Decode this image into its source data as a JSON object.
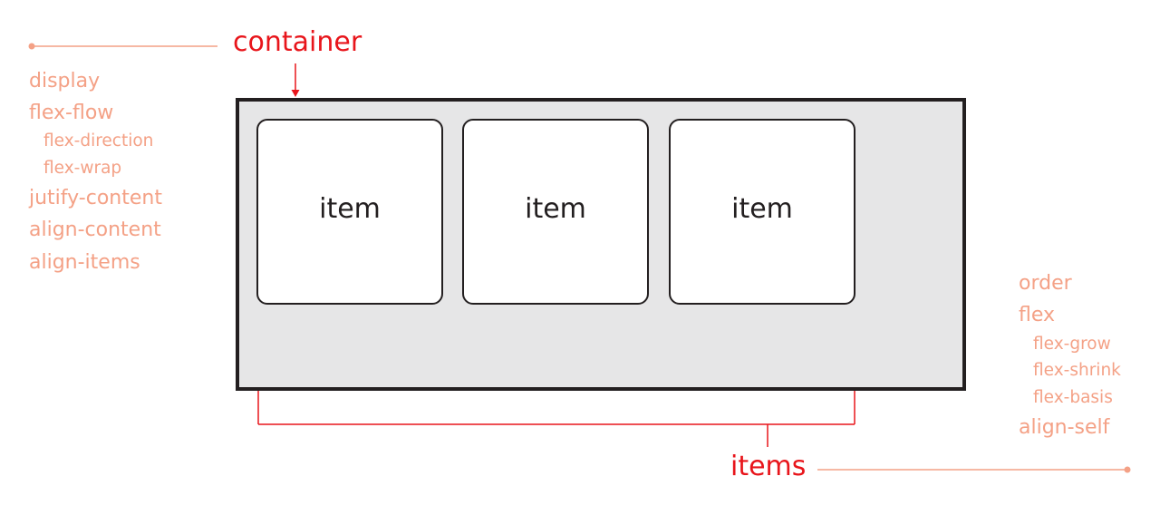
{
  "labels": {
    "container": "container",
    "items": "items"
  },
  "container_properties": [
    {
      "text": "display",
      "level": 1
    },
    {
      "text": "flex-flow",
      "level": 1
    },
    {
      "text": "flex-direction",
      "level": 2
    },
    {
      "text": "flex-wrap",
      "level": 2
    },
    {
      "text": "jutify-content",
      "level": 1
    },
    {
      "text": "align-content",
      "level": 1
    },
    {
      "text": "align-items",
      "level": 1
    }
  ],
  "item_properties": [
    {
      "text": "order",
      "level": 1
    },
    {
      "text": "flex",
      "level": 1
    },
    {
      "text": "flex-grow",
      "level": 2
    },
    {
      "text": "flex-shrink",
      "level": 2
    },
    {
      "text": "flex-basis",
      "level": 2
    },
    {
      "text": "align-self",
      "level": 1
    }
  ],
  "items": [
    {
      "label": "item"
    },
    {
      "label": "item"
    },
    {
      "label": "item"
    }
  ],
  "colors": {
    "label_red": "#e8151b",
    "property_salmon": "#f4a186",
    "container_fill": "#e6e6e7",
    "outline": "#231f20"
  }
}
